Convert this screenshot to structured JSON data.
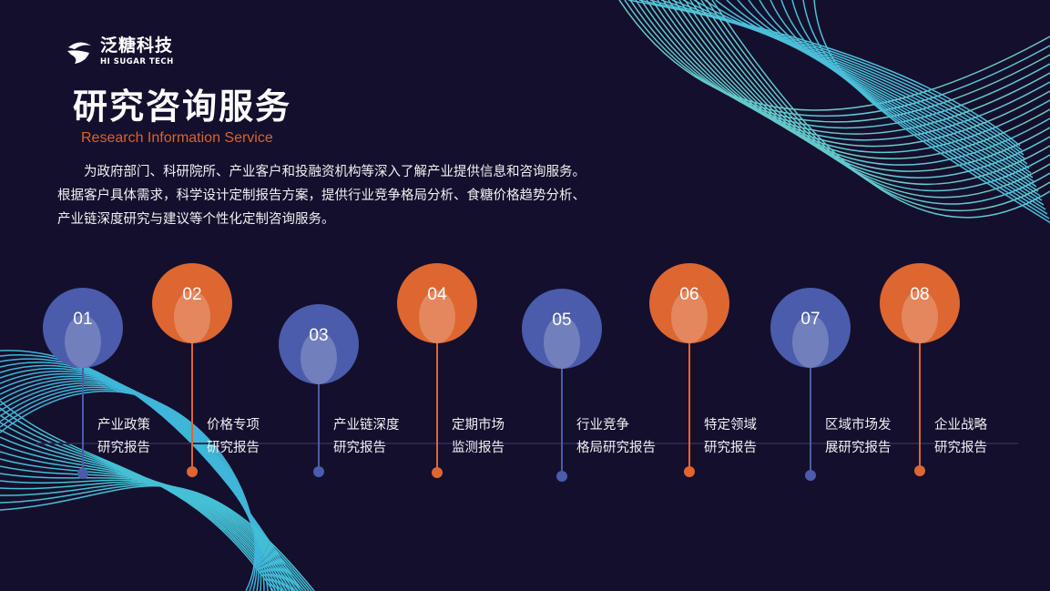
{
  "logo": {
    "cn": "泛糖科技",
    "en": "HI SUGAR TECH"
  },
  "title": "研究咨询服务",
  "subtitle": "Research Information Service",
  "description": "为政府部门、科研院所、产业客户和投融资机构等深入了解产业提供信息和咨询服务。根据客户具体需求，科学设计定制报告方案，提供行业竞争格局分析、食糖价格趋势分析、产业链深度研究与建议等个性化定制咨询服务。",
  "colors": {
    "background": "#140f2c",
    "blue": "#4a5cab",
    "orange": "#dd6631",
    "mesh": "#5cc8d6"
  },
  "services": [
    {
      "num": "01",
      "line1": "产业政策",
      "line2": "研究报告",
      "color": "blue"
    },
    {
      "num": "02",
      "line1": "价格专项",
      "line2": "研究报告",
      "color": "orange"
    },
    {
      "num": "03",
      "line1": "产业链深度",
      "line2": "研究报告",
      "color": "blue"
    },
    {
      "num": "04",
      "line1": "定期市场",
      "line2": "监测报告",
      "color": "orange"
    },
    {
      "num": "05",
      "line1": "行业竞争",
      "line2": "格局研究报告",
      "color": "blue"
    },
    {
      "num": "06",
      "line1": "特定领域",
      "line2": "研究报告",
      "color": "orange"
    },
    {
      "num": "07",
      "line1": "区域市场发",
      "line2": "展研究报告",
      "color": "blue"
    },
    {
      "num": "08",
      "line1": "企业战略",
      "line2": "研究报告",
      "color": "orange"
    }
  ]
}
